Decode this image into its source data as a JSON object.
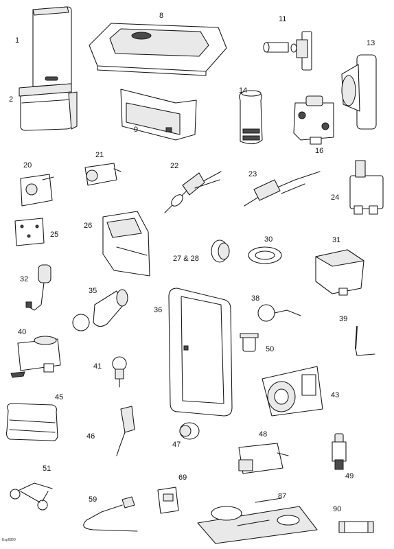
{
  "labels": {
    "p1": "1",
    "p2": "2",
    "p8": "8",
    "p9": "9",
    "p11": "11",
    "p13": "13",
    "p14": "14",
    "p16": "16",
    "p20": "20",
    "p21": "21",
    "p22": "22",
    "p23": "23",
    "p24": "24",
    "p25": "25",
    "p26": "26",
    "p27_28": "27 & 28",
    "p30": "30",
    "p31": "31",
    "p32": "32",
    "p35": "35",
    "p36": "36",
    "p38": "38",
    "p39": "39",
    "p40": "40",
    "p41": "41",
    "p43": "43",
    "p45": "45",
    "p46": "46",
    "p47": "47",
    "p48": "48",
    "p49": "49",
    "p50": "50",
    "p51": "51",
    "p59": "59",
    "p69": "69",
    "p87": "87",
    "p90": "90"
  },
  "footer": {
    "code": "Esp6890"
  }
}
